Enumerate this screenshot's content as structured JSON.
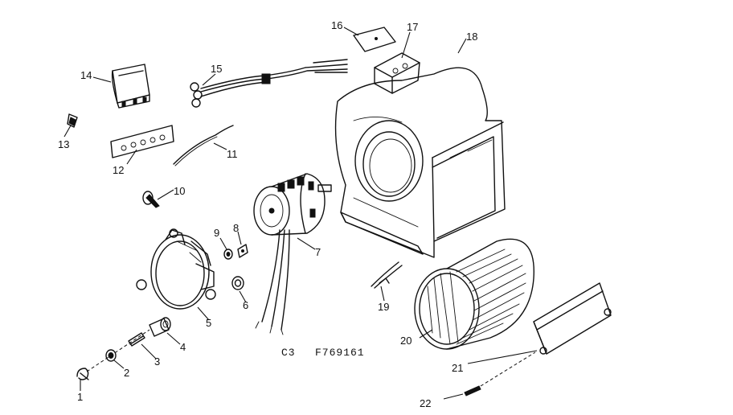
{
  "diagram": {
    "caption_left": "C3",
    "caption_right": "F769161",
    "callouts": {
      "p1": "1",
      "p2": "2",
      "p3": "3",
      "p4": "4",
      "p5": "5",
      "p6": "6",
      "p7": "7",
      "p8": "8",
      "p9": "9",
      "p10": "10",
      "p11": "11",
      "p12": "12",
      "p13": "13",
      "p14": "14",
      "p15": "15",
      "p16": "16",
      "p17": "17",
      "p18": "18",
      "p19": "19",
      "p20": "20",
      "p21": "21",
      "p22": "22"
    }
  }
}
